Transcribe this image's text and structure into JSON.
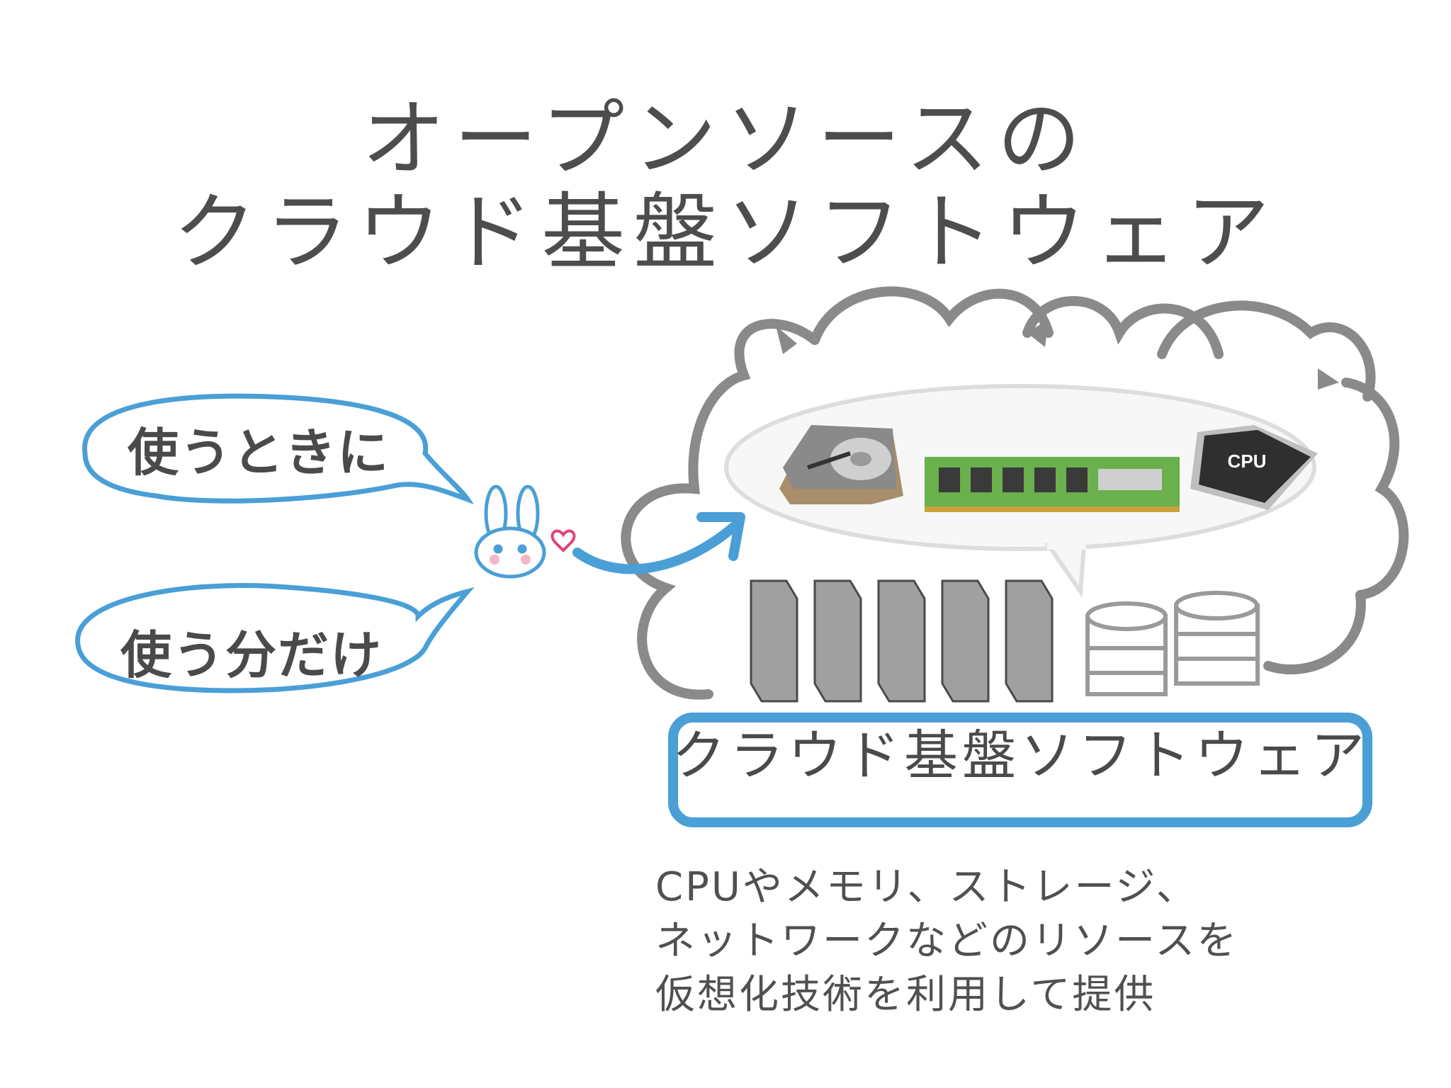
{
  "title": {
    "line1": "オープンソースの",
    "line2": "クラウド基盤ソフトウェア"
  },
  "bubbles": [
    {
      "text": "使うときに"
    },
    {
      "text": "使う分だけ"
    }
  ],
  "hardware_icons": [
    "hard-disk-icon",
    "memory-module-icon",
    "cpu-chip-icon",
    "server-icon",
    "database-icon"
  ],
  "cpu_chip_label": "CPU",
  "box_label": "クラウド基盤ソフトウェア",
  "description": {
    "line1": "CPUやメモリ、ストレージ、",
    "line2": "ネットワークなどのリソースを",
    "line3": "仮想化技術を利用して提供"
  },
  "colors": {
    "accent_blue": "#4a9fd6",
    "cloud_gray": "#8a8a8a",
    "text": "#4a4a4a"
  }
}
